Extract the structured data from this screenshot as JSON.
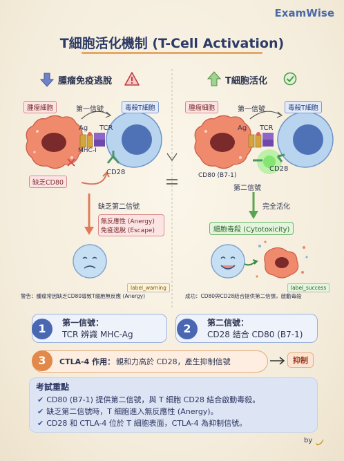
{
  "brand": "ExamWise",
  "title": "T細胞活化機制 (T-Cell Activation)",
  "left": {
    "heading": "腫瘤免疫逃脫",
    "tumor_label": "腫瘤細胞",
    "tcell_label": "毒殺T細胞",
    "signal1": "第一信號",
    "ag": "Ag",
    "tcr": "TCR",
    "mhc": "MHC-I",
    "cd28": "CD28",
    "lack_cd80": "缺乏CD80",
    "lack_signal2": "缺乏第二信號",
    "result_line1": "無反應性 (Anergy)",
    "result_line2": "免疫逃脫 (Escape)",
    "tag": "label_warning",
    "caption": "警告：腫瘤常因缺乏CD80導致T細胞無反應 (Anergy)"
  },
  "right": {
    "heading": "T細胞活化",
    "tumor_label": "腫瘤細胞",
    "tcell_label": "毒殺T細胞",
    "signal1": "第一信號",
    "ag": "Ag",
    "tcr": "TCR",
    "cd80": "CD80 (B7-1)",
    "cd28": "CD28",
    "signal2": "第二信號",
    "full_activation": "完全活化",
    "cytotoxicity": "細胞毒殺 (Cytotoxicity)",
    "tag": "label_success",
    "caption": "成功：CD80與CD28結合提供第二信號，啟動毒殺"
  },
  "cards": [
    {
      "num": "1",
      "title": "第一信號：",
      "body": "TCR 辨識 MHC-Ag",
      "color": "#4a68b2"
    },
    {
      "num": "2",
      "title": "第二信號：",
      "body": "CD28 結合 CD80 (B7-1)",
      "color": "#4a68b2"
    }
  ],
  "card3": {
    "num": "3",
    "prefix": "CTLA-4 作用：",
    "body": "親和力高於 CD28，產生抑制信號",
    "result": "抑制",
    "color": "#e2884a"
  },
  "key_points": {
    "title": "考試重點",
    "items": [
      "CD80 (B7-1) 提供第二信號，與 T 細胞 CD28 結合啟動毒殺。",
      "缺乏第二信號時，T 細胞進入無反應性 (Anergy)。",
      "CD28 和 CTLA-4 位於 T 細胞表面，CTLA-4 為抑制信號。"
    ]
  },
  "footer": "by"
}
